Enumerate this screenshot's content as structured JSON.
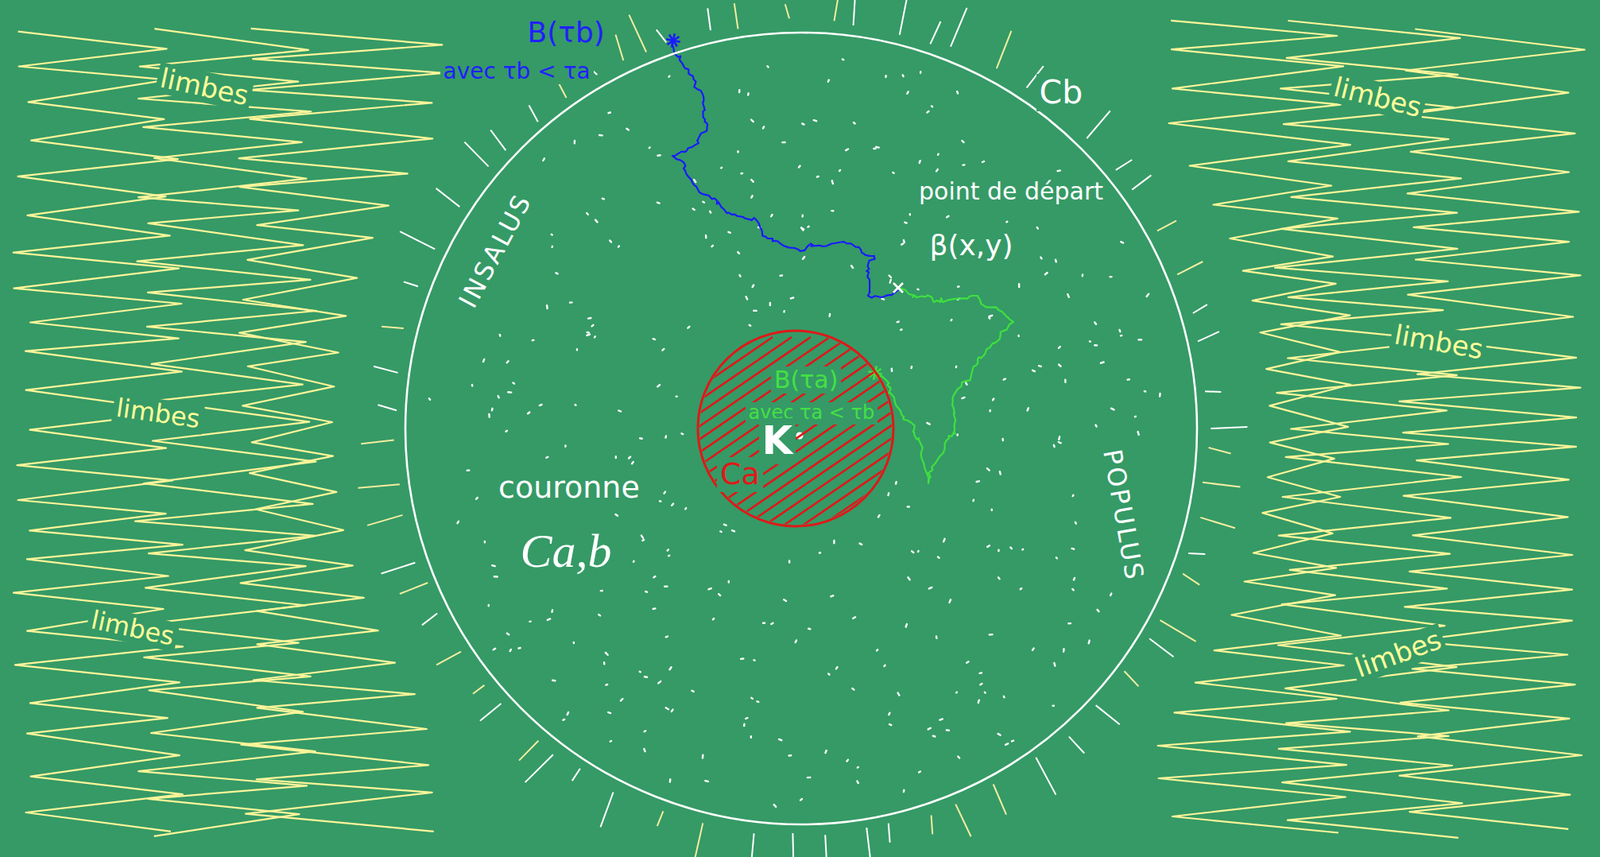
{
  "diagram": {
    "nodes": [
      {
        "text": [
          "Cb",
          "INSALUS",
          "POPULUS",
          "couronne",
          "Ca,b"
        ]
      },
      {
        "text": [
          "B(τa)",
          "avec τa < τb",
          "K",
          "Ca"
        ],
        "in": 0
      }
    ],
    "labels": [
      "B(τb)",
      "avec τb < τa",
      "point de départ",
      "β(x,y)",
      "limbes",
      "limbes",
      "limbes",
      "limbes",
      "limbes",
      "limbes"
    ]
  }
}
